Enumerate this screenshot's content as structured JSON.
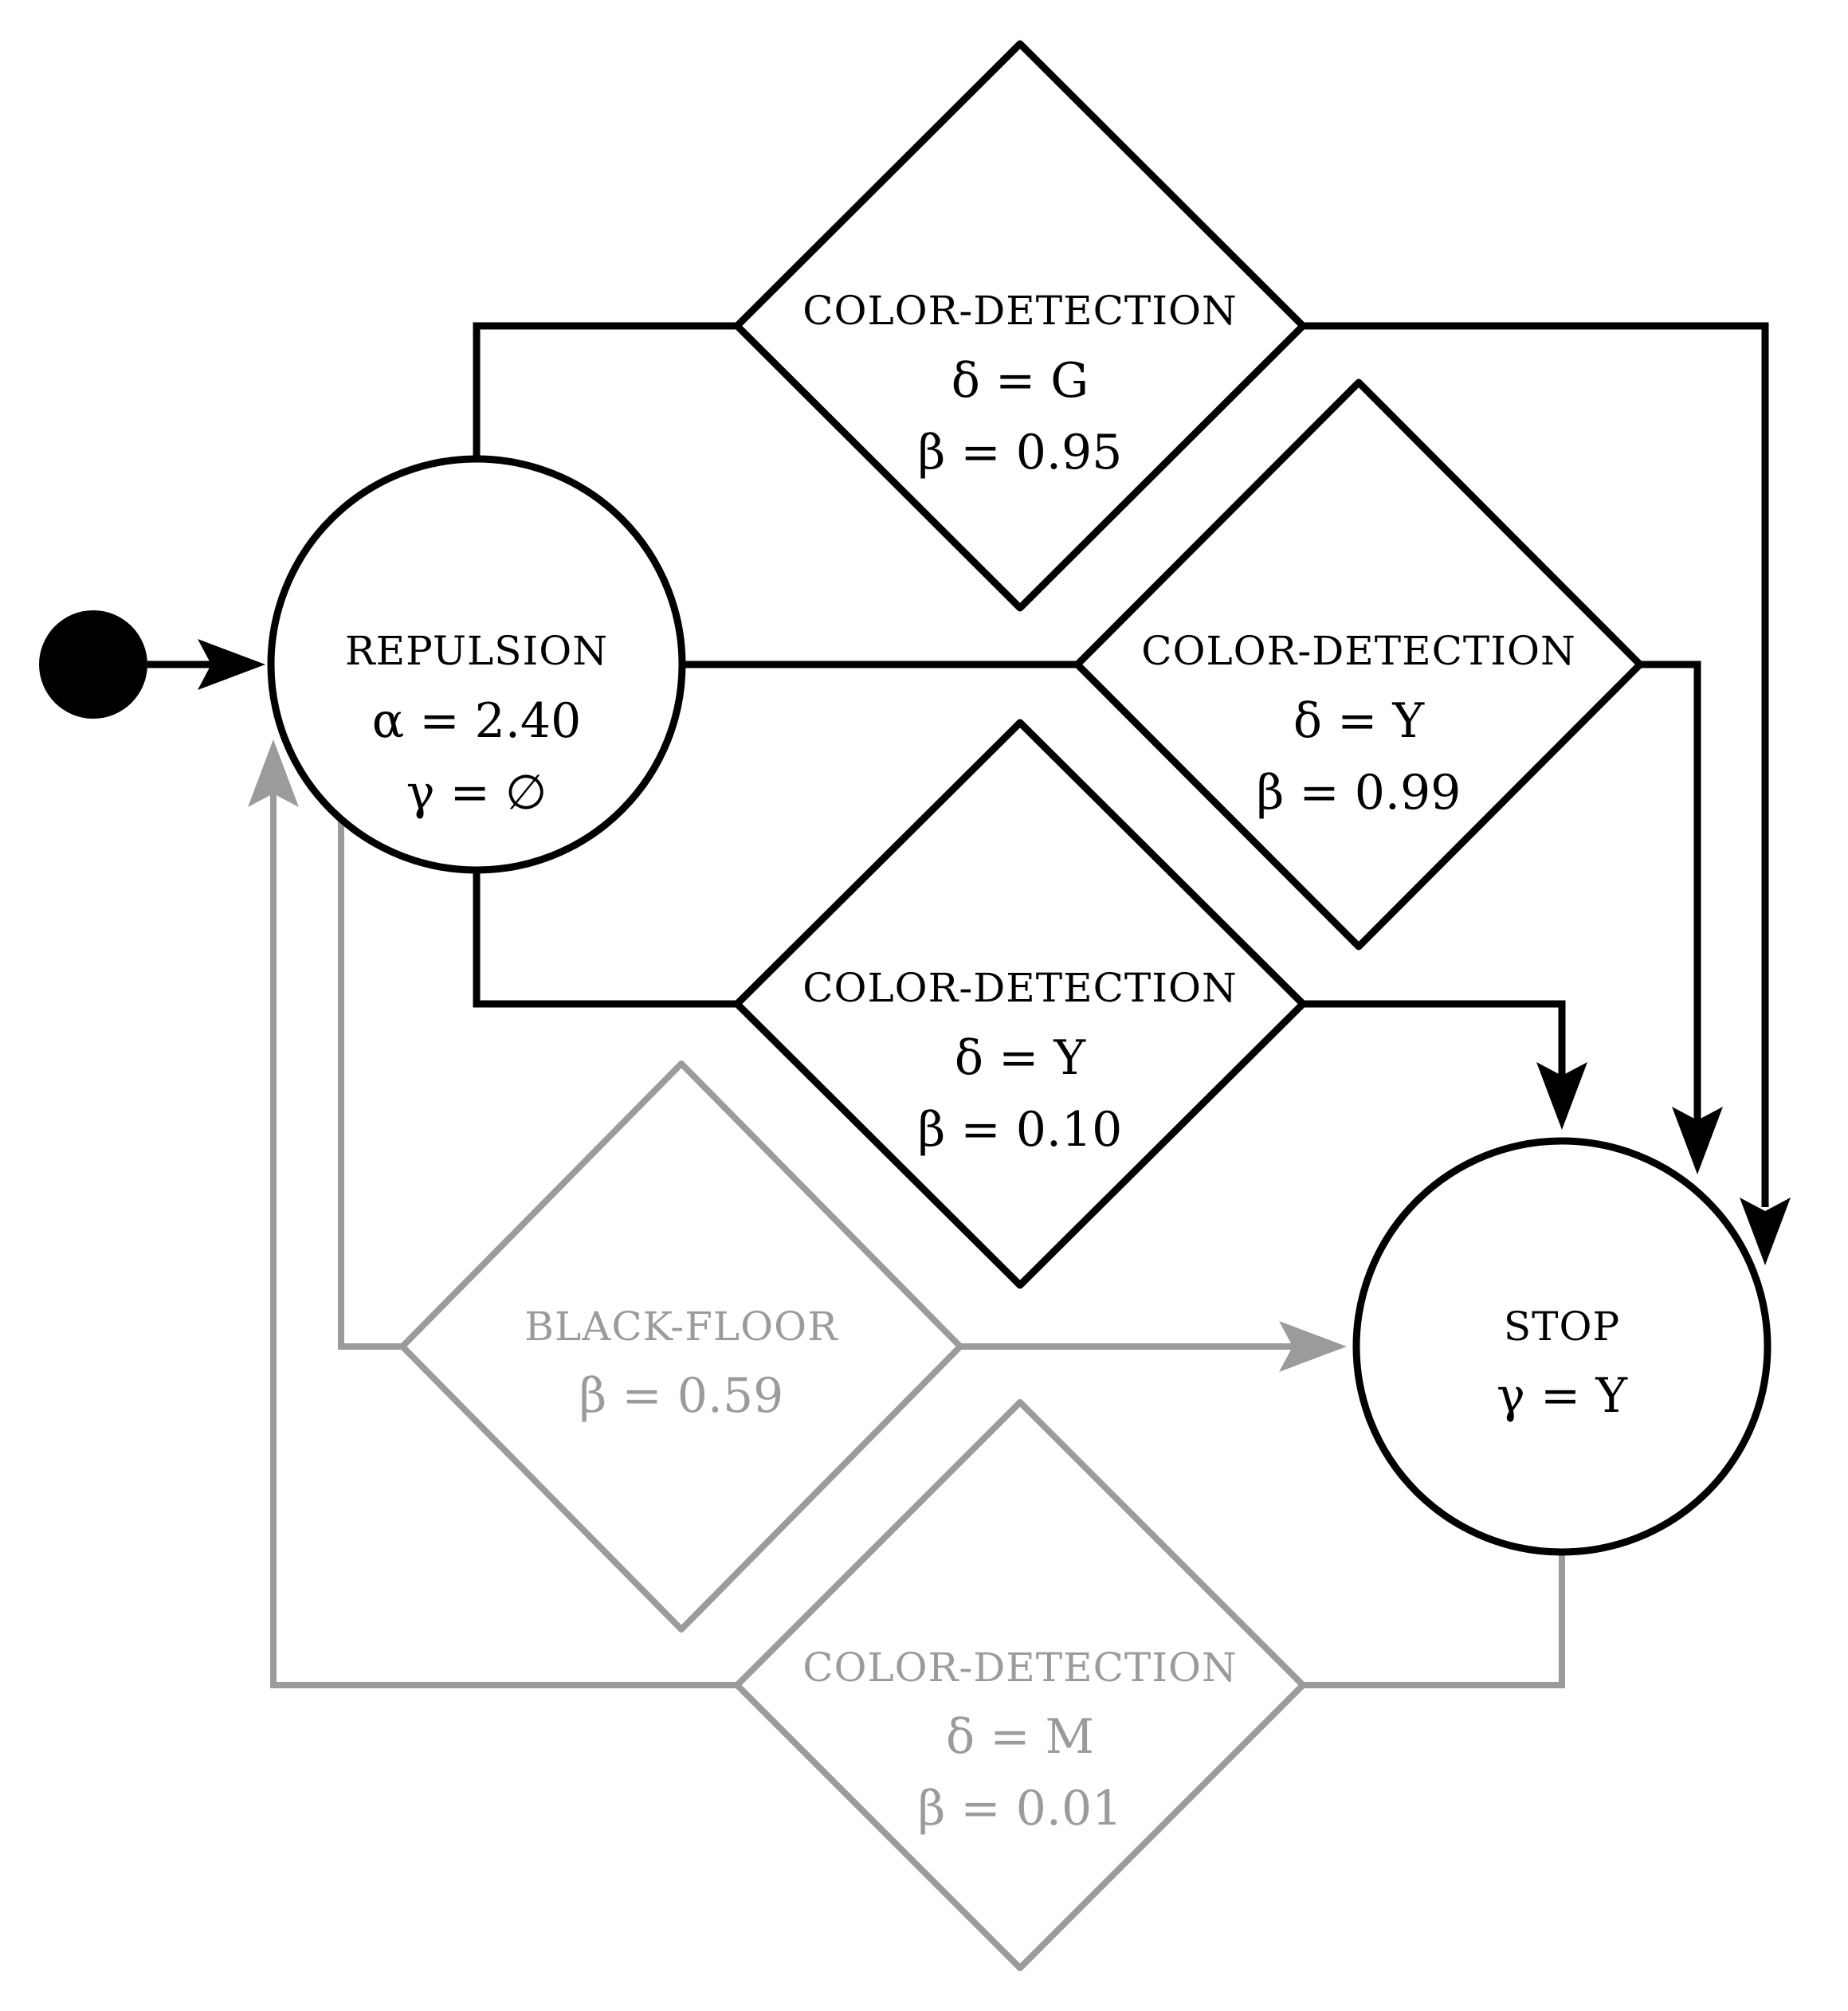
{
  "colors": {
    "active": "#000000",
    "inactive": "#9b9b9b",
    "background": "#ffffff"
  },
  "nodes": {
    "start": {
      "icon": "start-dot"
    },
    "repulsion": {
      "title": "REPULSION",
      "line1": "α = 2.40",
      "line2": "γ = ∅"
    },
    "cd_g": {
      "title": "COLOR-DETECTION",
      "line1": "δ = G",
      "line2": "β = 0.95"
    },
    "cd_y_99": {
      "title": "COLOR-DETECTION",
      "line1": "δ = Y",
      "line2": "β = 0.99"
    },
    "cd_y_10": {
      "title": "COLOR-DETECTION",
      "line1": "δ = Y",
      "line2": "β = 0.10"
    },
    "black_floor": {
      "title": "BLACK-FLOOR",
      "line1": "β = 0.59"
    },
    "stop": {
      "title": "STOP",
      "line1": "γ = Y"
    },
    "cd_m": {
      "title": "COLOR-DETECTION",
      "line1": "δ = M",
      "line2": "β = 0.01"
    }
  },
  "edges": [
    {
      "from": "start",
      "to": "repulsion",
      "state": "active"
    },
    {
      "from": "repulsion",
      "to": "cd_g",
      "state": "active"
    },
    {
      "from": "cd_g",
      "to": "stop",
      "state": "active"
    },
    {
      "from": "repulsion",
      "to": "cd_y_99",
      "state": "active"
    },
    {
      "from": "cd_y_99",
      "to": "stop",
      "state": "active"
    },
    {
      "from": "repulsion",
      "to": "cd_y_10",
      "state": "active"
    },
    {
      "from": "cd_y_10",
      "to": "stop",
      "state": "active"
    },
    {
      "from": "repulsion",
      "to": "black_floor",
      "state": "inactive"
    },
    {
      "from": "black_floor",
      "to": "stop",
      "state": "inactive"
    },
    {
      "from": "stop",
      "to": "cd_m",
      "state": "inactive"
    },
    {
      "from": "cd_m",
      "to": "repulsion",
      "state": "inactive"
    }
  ]
}
